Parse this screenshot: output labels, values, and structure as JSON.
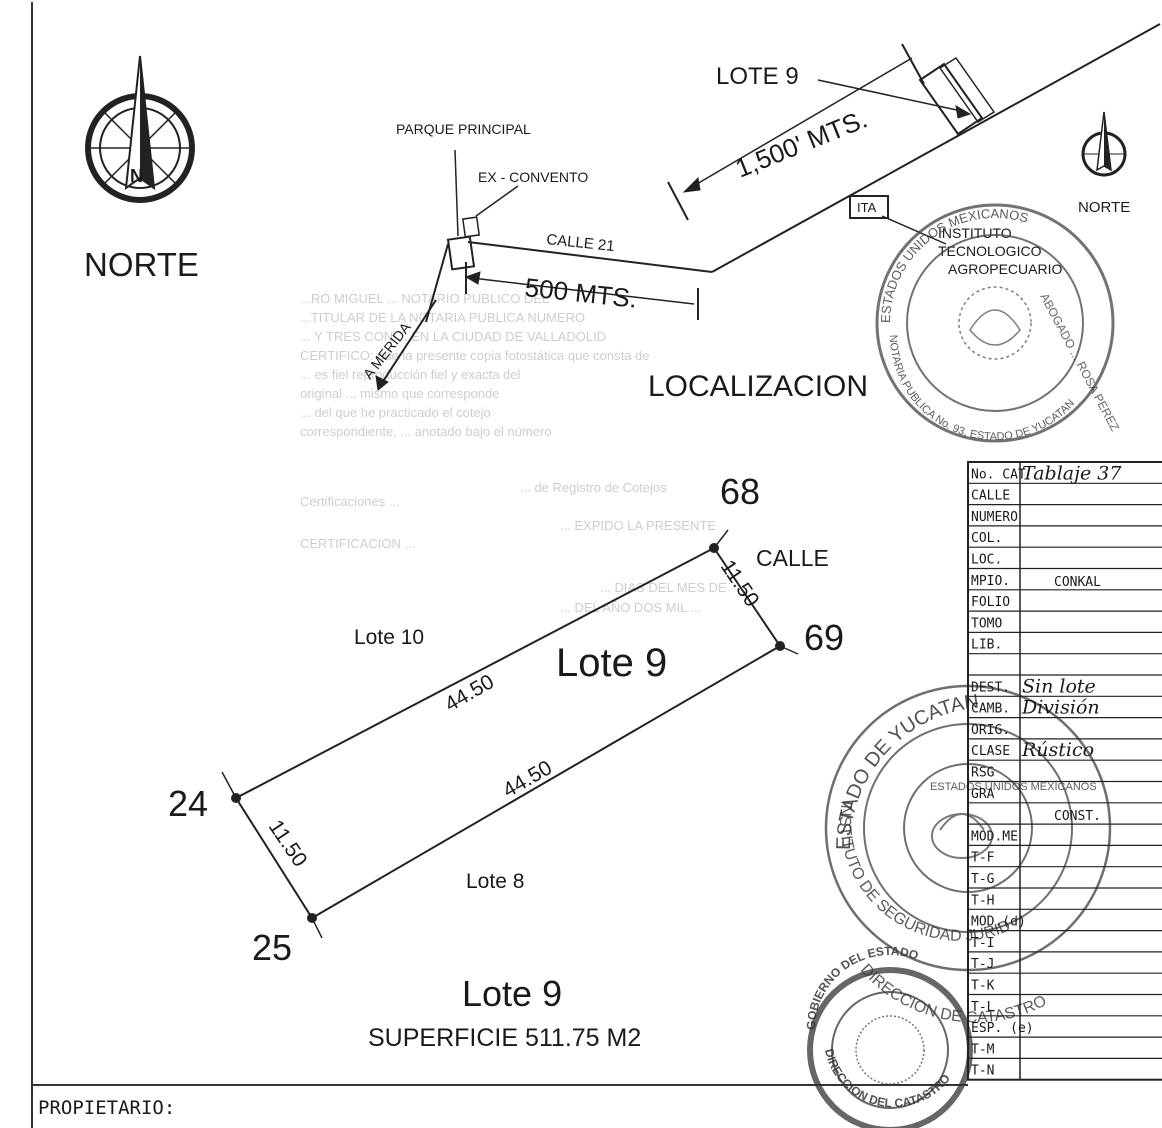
{
  "north_label": "NORTE",
  "location_map": {
    "title": "LOCALIZACION",
    "lote_label": "LOTE 9",
    "distance_long": "1,500' MTS.",
    "distance_short": "500 MTS.",
    "parque": "PARQUE PRINCIPAL",
    "ex_convento": "EX - CONVENTO",
    "calle": "CALLE 21",
    "a_merida": "A MERIDA",
    "ita": "ITA",
    "instituto_line1": "INSTITUTO",
    "instituto_line2": "TECNOLOGICO",
    "instituto_line3": "AGROPECUARIO",
    "north_small": "NORTE"
  },
  "lot": {
    "name": "Lote 9",
    "corners": [
      "68",
      "69",
      "24",
      "25"
    ],
    "side_top": "44.50",
    "side_bottom": "44.50",
    "side_right": "11.50",
    "side_left": "11.50",
    "street": "CALLE",
    "neighbor_north": "Lote 10",
    "neighbor_south": "Lote 8",
    "title": "Lote 9",
    "surface": "SUPERFICIE 511.75 M2"
  },
  "owner_label": "PROPIETARIO:",
  "form_rows": [
    {
      "label": "No. CAT",
      "value": "Tablaje 37"
    },
    {
      "label": "CALLE",
      "value": ""
    },
    {
      "label": "NUMERO",
      "value": ""
    },
    {
      "label": "COL.",
      "value": ""
    },
    {
      "label": "LOC.",
      "value": ""
    },
    {
      "label": "MPIO.",
      "value": "CONKAL"
    },
    {
      "label": "FOLIO",
      "value": ""
    },
    {
      "label": "TOMO",
      "value": ""
    },
    {
      "label": "LIB.",
      "value": ""
    },
    {
      "label": "",
      "value": ""
    },
    {
      "label": "DEST.",
      "value": "Sin lote"
    },
    {
      "label": "CAMB.",
      "value": "División"
    },
    {
      "label": "ORIG.",
      "value": ""
    },
    {
      "label": "CLASE",
      "value": "Rústico"
    },
    {
      "label": "RSG",
      "value": ""
    },
    {
      "label": "GRA",
      "value": ""
    },
    {
      "label": "",
      "value": "CONST."
    },
    {
      "label": "MOD.ME",
      "value": ""
    },
    {
      "label": "T-F",
      "value": ""
    },
    {
      "label": "T-G",
      "value": ""
    },
    {
      "label": "T-H",
      "value": ""
    },
    {
      "label": "MOD.(d)",
      "value": ""
    },
    {
      "label": "T-I",
      "value": ""
    },
    {
      "label": "T-J",
      "value": ""
    },
    {
      "label": "T-K",
      "value": ""
    },
    {
      "label": "T-L",
      "value": ""
    },
    {
      "label": "ESP. (e)",
      "value": ""
    },
    {
      "label": "T-M",
      "value": ""
    },
    {
      "label": "T-N",
      "value": ""
    }
  ],
  "seals": {
    "notary_top": "NOTARIA PUBLICA No. 93, ESTADO DE YUCATAN",
    "notary_name": "ABOGADO ... ROSA PEREZ",
    "notary_country": "ESTADOS UNIDOS MEXICANOS",
    "catastro_arc1": "ESTADO DE YUCATAN",
    "catastro_arc2": "INSTITUTO DE SEGURIDAD JURIDICA PATRIMONIAL DE YUCATAN",
    "catastro_arc3": "DIRECCION DE CATASTRO",
    "catastro_inner": "ESTADOS UNIDOS MEXICANOS",
    "gov_seal1": "GOBIERNO DEL ESTADO",
    "gov_seal2": "DIRECCION DEL CATASTRO"
  },
  "notary_faint_text": [
    "...RO MIGUEL ... NOTARIO PUBLICO DEL",
    "...TITULAR DE LA NOTARIA PUBLICA NUMERO",
    "... Y TRES CON ... EN LA CIUDAD DE VALLADOLID",
    "CERTIFICO: que la presente copia fotostática que consta de",
    "... es fiel reproducción fiel y exacta del",
    "original ... mismo que corresponde",
    "... del que he practicado el cotejo",
    "correspondiente, ... anotado bajo el número",
    "... de Registro de Cotejos",
    "Certificaciones ...",
    "... EXPIDO LA PRESENTE",
    "CERTIFICACION ...",
    "... DIAS DEL MES DE",
    "... DEL AÑO DOS MIL ..."
  ]
}
